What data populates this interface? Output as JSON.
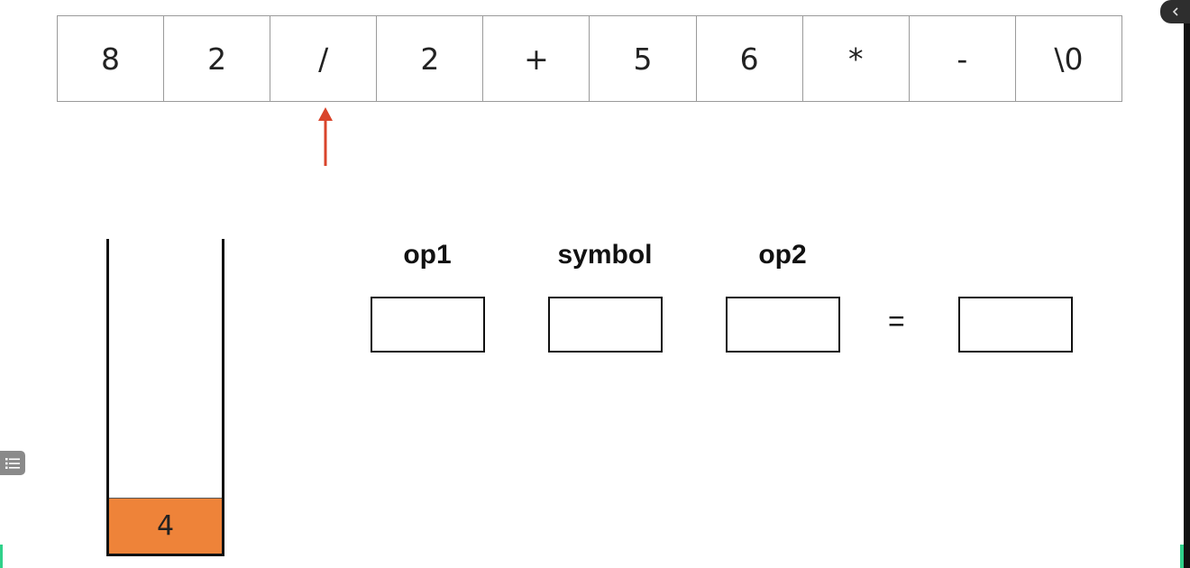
{
  "tape": {
    "cells": [
      "8",
      "2",
      "/",
      "2",
      "+",
      "5",
      "6",
      "*",
      "-",
      "\\0"
    ],
    "pointer_index": 2,
    "pointer_color": "#d9442b"
  },
  "stack": {
    "items": [
      "4"
    ],
    "item_color": "#ee8339"
  },
  "evaluation": {
    "op1_label": "op1",
    "symbol_label": "symbol",
    "op2_label": "op2",
    "equals": "=",
    "op1_value": "",
    "symbol_value": "",
    "op2_value": "",
    "result_value": ""
  },
  "controls": {
    "collapse_icon": "chevron-left-icon",
    "outline_icon": "list-icon",
    "progress_color": "#2fd18a"
  }
}
